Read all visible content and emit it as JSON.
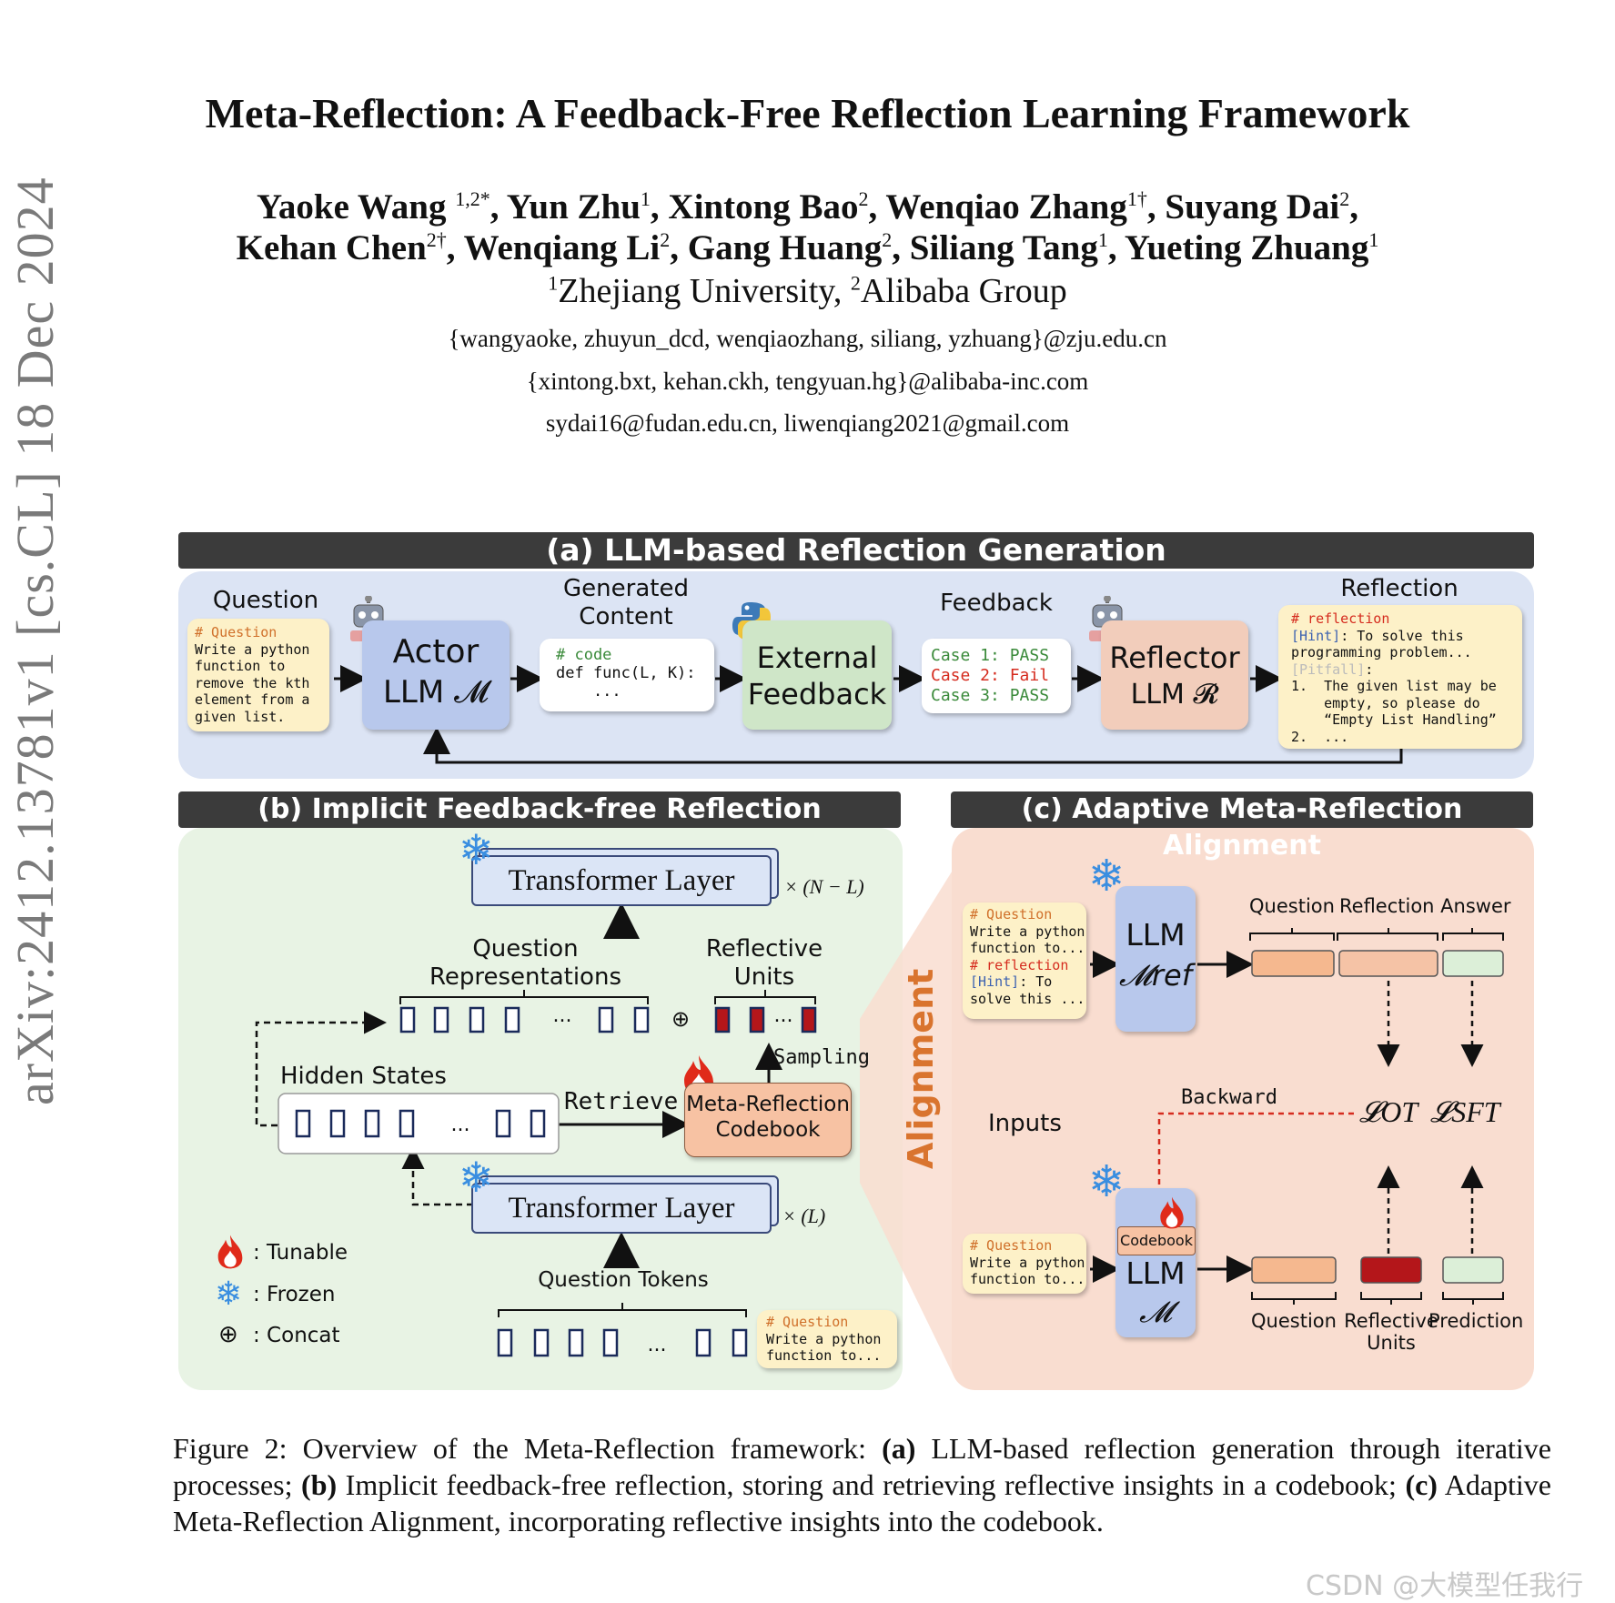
{
  "arxiv_stamp": "arXiv:2412.13781v1  [cs.CL]  18 Dec 2024",
  "title": "Meta-Reflection: A Feedback-Free Reflection Learning Framework",
  "authors": {
    "a1": "Yaoke Wang",
    "a1_sup": "1,2*",
    "a2": "Yun Zhu",
    "a2_sup": "1",
    "a3": "Xintong Bao",
    "a3_sup": "2",
    "a4": "Wenqiao Zhang",
    "a4_sup": "1†",
    "a5": "Suyang Dai",
    "a5_sup": "2",
    "a6": "Kehan Chen",
    "a6_sup": "2†",
    "a7": "Wenqiang Li",
    "a7_sup": "2",
    "a8": "Gang Huang",
    "a8_sup": "2",
    "a9": "Siliang Tang",
    "a9_sup": "1",
    "a10": "Yueting Zhuang",
    "a10_sup": "1"
  },
  "affiliations": {
    "sup1": "1",
    "inst1": "Zhejiang University,",
    "sup2": "2",
    "inst2": "Alibaba Group"
  },
  "emails": [
    "{wangyaoke, zhuyun_dcd, wenqiaozhang, siliang, yzhuang}@zju.edu.cn",
    "{xintong.bxt, kehan.ckh, tengyuan.hg}@alibaba-inc.com",
    "sydai16@fudan.edu.cn, liwenqiang2021@gmail.com"
  ],
  "figure": {
    "a": {
      "header": "(a) LLM-based Reflection Generation",
      "question_label": "Question",
      "question_code": [
        "# Question",
        "Write a python",
        "function to",
        "remove the kth",
        "element from a",
        "given list."
      ],
      "actor_line1": "Actor",
      "actor_line2": "LLM 𝓜",
      "generated_label": "Generated\nContent",
      "code_lines": [
        "# code",
        "def func(L, K):",
        "    ..."
      ],
      "external_line1": "External",
      "external_line2": "Feedback",
      "feedback_label": "Feedback",
      "cases": [
        {
          "name": "Case 1:",
          "result": "PASS"
        },
        {
          "name": "Case 2:",
          "result": "Fail"
        },
        {
          "name": "Case 3:",
          "result": "PASS"
        }
      ],
      "reflector_line1": "Reflector",
      "reflector_line2": "LLM 𝓡",
      "reflection_label": "Reflection",
      "reflection_head": "# reflection",
      "hint_tag": "[Hint]",
      "hint_text": ": To solve this",
      "hint_text2": "programming problem...",
      "pitfall_tag": "[Pitfall]",
      "pitfall_colon": ":",
      "item1a": "1.  The given list may be",
      "item1b": "    empty, so please do",
      "item1c": "    “Empty List Handling”",
      "item2": "2.  ..."
    },
    "b": {
      "header": "(b) Implicit Feedback-free Reflection",
      "transformer_top": "Transformer Layer",
      "top_mult": "× (N − L)",
      "question_repr": "Question\nRepresentations",
      "reflective_units": "Reflective\nUnits",
      "ellipsis": "...",
      "concat_symbol": "⊕",
      "sampling": "Sampling",
      "hidden_states": "Hidden States",
      "retrieve": "Retrieve",
      "codebook_line1": "Meta-Reflection",
      "codebook_line2": "Codebook",
      "transformer_bottom": "Transformer Layer",
      "bottom_mult": "× (L)",
      "question_tokens": "Question Tokens",
      "legend_tunable": ": Tunable",
      "legend_frozen": ": Frozen",
      "legend_concat": ": Concat",
      "qcode": [
        "# Question",
        "Write a python",
        "function to..."
      ]
    },
    "c": {
      "header": "(c) Adaptive Meta-Reflection Alignment",
      "alignment": "Alignment",
      "qref_code_head": "# Question",
      "qref_code1": "Write a python",
      "qref_code2": "function to...",
      "qref_code3": "# reflection",
      "qref_hint": "[Hint]",
      "qref_code4": ": To",
      "qref_code5": "solve this ...",
      "llm_ref_1": "LLM",
      "llm_ref_2": "𝓜ref",
      "top_question": "Question",
      "top_reflection": "Reflection Answer",
      "backward": "Backward",
      "loss_ot": "𝓛OT",
      "loss_sft": "𝓛SFT",
      "inputs": "Inputs",
      "codebook": "Codebook",
      "llm_1": "LLM",
      "llm_2": "𝓜",
      "bot_code": [
        "# Question",
        "Write a python",
        "function to..."
      ],
      "bottom_question": "Question",
      "bottom_reflective": "Reflective\nUnits",
      "bottom_prediction": "Prediction"
    },
    "caption_prefix": "Figure 2: Overview of the Meta-Reflection framework: ",
    "caption_a_tag": "(a)",
    "caption_a": " LLM-based reflection generation through iterative processes; ",
    "caption_b_tag": "(b)",
    "caption_b": " Implicit feedback-free reflection, storing and retrieving reflective insights in a codebook; ",
    "caption_c_tag": "(c)",
    "caption_c": " Adaptive Meta-Reflection Alignment, incorporating reflective insights into the codebook."
  },
  "watermark": "CSDN @大模型任我行",
  "colors": {
    "panel_a": "#dce4f4",
    "panel_b": "#e8f3e4",
    "panel_c": "#f9ddd0",
    "note_yellow": "#fdf1c8",
    "actor_blue": "#b8c8ec",
    "external_green": "#cfe6c8",
    "reflector_peach": "#f2cdbb",
    "codebook_orange": "#f7c2a3",
    "alignment_orange": "#d9742e",
    "unit_red": "#b4161a"
  },
  "icons": [
    "robot-icon",
    "python-logo-icon",
    "snowflake-icon",
    "fire-icon",
    "concat-icon"
  ]
}
